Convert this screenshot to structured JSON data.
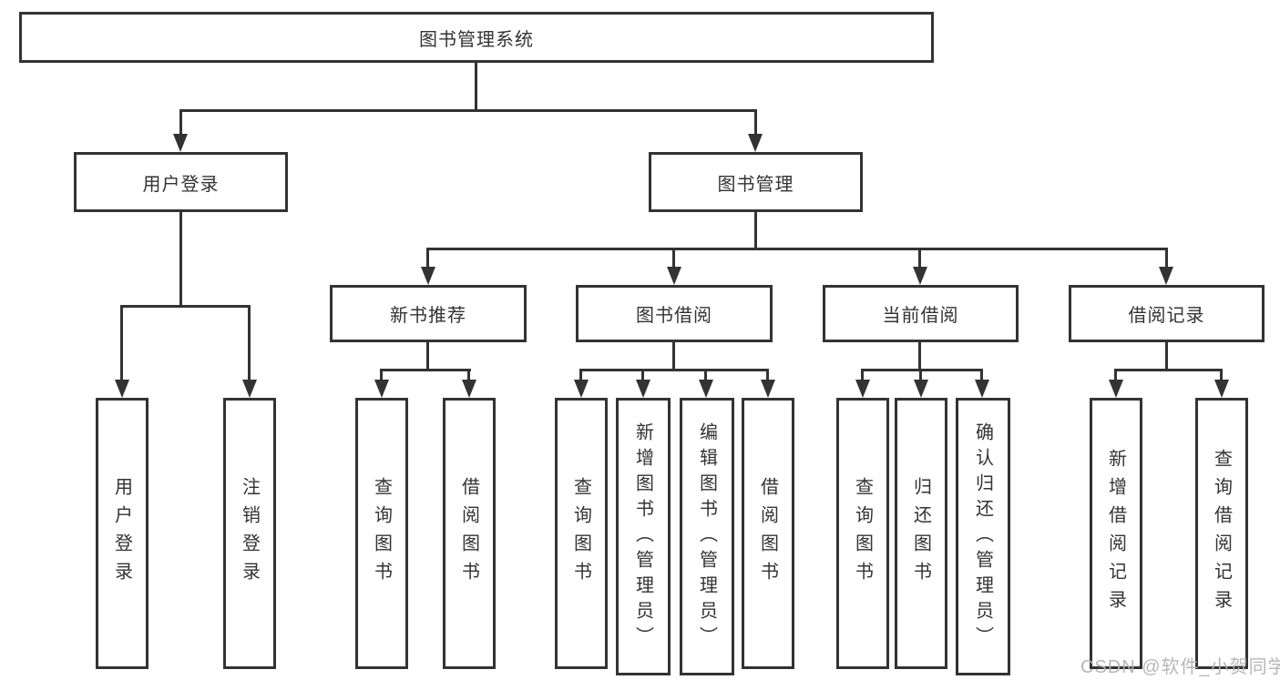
{
  "diagram": {
    "root": {
      "label": "图书管理系统"
    },
    "level2": [
      {
        "label": "用户登录"
      },
      {
        "label": "图书管理"
      }
    ],
    "level3": [
      {
        "label": "新书推荐"
      },
      {
        "label": "图书借阅"
      },
      {
        "label": "当前借阅"
      },
      {
        "label": "借阅记录"
      }
    ],
    "leaves": {
      "user_login": [
        {
          "label": "用户登录"
        },
        {
          "label": "注销登录"
        }
      ],
      "new_book": [
        {
          "label": "查询图书"
        },
        {
          "label": "借阅图书"
        }
      ],
      "book_borrow": [
        {
          "label": "查询图书"
        },
        {
          "label": "新增图书（管理员）"
        },
        {
          "label": "编辑图书（管理员）"
        },
        {
          "label": "借阅图书"
        }
      ],
      "current_borrow": [
        {
          "label": "查询图书"
        },
        {
          "label": "归还图书"
        },
        {
          "label": "确认归还（管理员）"
        }
      ],
      "borrow_record": [
        {
          "label": "新增借阅记录"
        },
        {
          "label": "查询借阅记录"
        }
      ]
    }
  },
  "watermark": {
    "text": "CSDN @软件_小贺同学"
  },
  "colors": {
    "line": "#333333",
    "text": "#333333",
    "background": "#ffffff",
    "watermark": "#b2b2b2"
  }
}
